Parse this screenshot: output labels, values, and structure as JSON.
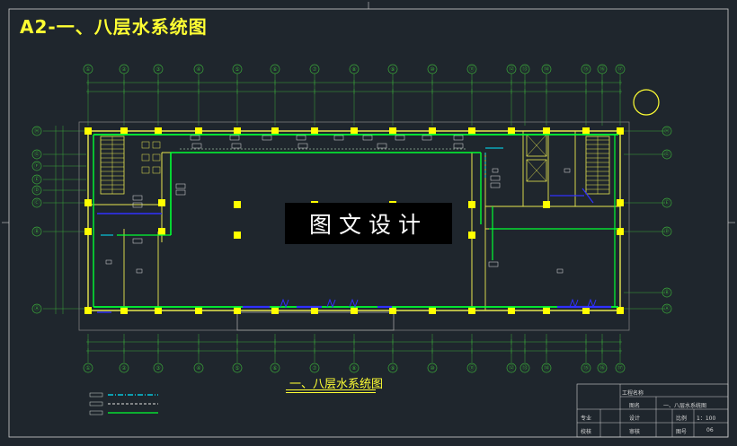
{
  "drawing": {
    "title": "A2-一、八层水系统图",
    "watermark": "图文设计",
    "caption": "一、八层水系统图"
  },
  "title_block": {
    "project_label": "工程名称",
    "drawing_name_label": "图名",
    "drawing_name_value": "一、八层水系统图",
    "specialty_label": "专业",
    "design_label": "设计",
    "scale_label": "比例",
    "scale_value": "1：100",
    "check_label": "校核",
    "review_label": "审核",
    "sheet_label": "图号",
    "sheet_value": "06"
  },
  "grid": {
    "top_axes": [
      "①",
      "②",
      "③",
      "④",
      "⑤",
      "⑥",
      "⑦",
      "⑧",
      "⑨",
      "⑩",
      "⑪",
      "⑫",
      "⑬",
      "⑭",
      "⑮",
      "⑯",
      "⑰"
    ],
    "bottom_axes": [
      "①",
      "②",
      "③",
      "④",
      "⑤",
      "⑥",
      "⑦",
      "⑧",
      "⑨",
      "⑩",
      "⑪",
      "⑫",
      "⑬",
      "⑭",
      "⑮",
      "⑯",
      "⑰"
    ],
    "left_axes": [
      "Ⓗ",
      "Ⓖ",
      "Ⓕ",
      "Ⓔ",
      "Ⓓ",
      "Ⓒ",
      "Ⓑ",
      "Ⓐ"
    ],
    "right_axes": [
      "Ⓗ",
      "Ⓖ",
      "Ⓔ",
      "Ⓓ",
      "Ⓑ",
      "Ⓐ"
    ]
  },
  "colors": {
    "background": "#1f262d",
    "title": "#ffff33",
    "wall": "#e8e850",
    "column": "#ffff00",
    "supply_pipe": "#00ff33",
    "drain_pipe": "#3030ff",
    "cyan_pipe": "#00e5ff",
    "grid_line": "#3aa83a",
    "frame": "#d0d0d0"
  }
}
